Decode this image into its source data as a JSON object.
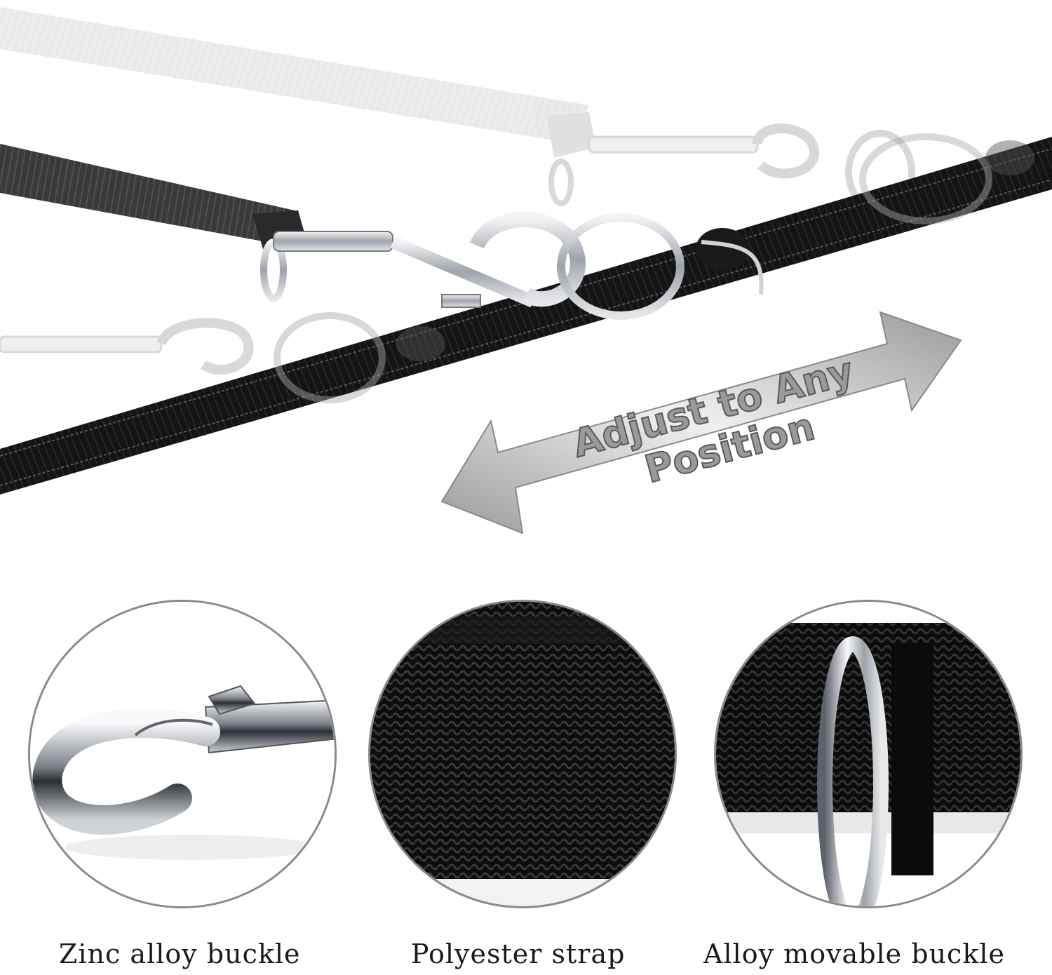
{
  "hero": {
    "adjust_line1": "Adjust to Any",
    "adjust_line2": "Position",
    "strap_color": "#111111",
    "faded_color": "#c8c8c8",
    "metal_color": "#b8bcc2"
  },
  "features": [
    {
      "label": "Zinc alloy buckle",
      "icon": "snap-hook-closeup"
    },
    {
      "label": "Polyester strap",
      "icon": "webbing-texture-closeup"
    },
    {
      "label": "Alloy movable buckle",
      "icon": "o-ring-closeup"
    }
  ]
}
